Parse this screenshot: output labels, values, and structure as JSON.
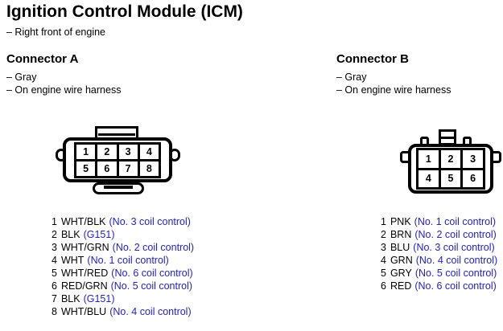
{
  "page": {
    "title": "Ignition Control Module (ICM)",
    "location_note": "– Right front of engine"
  },
  "colors": {
    "link_blue": "#2222CC",
    "line_black": "#000000",
    "background": "#FFFFFF",
    "connector_fill": "#FFFFFF"
  },
  "connector_a": {
    "title": "Connector A",
    "notes": [
      "– Gray",
      "– On engine wire harness"
    ],
    "diagram": {
      "pin_grid": [
        [
          "1",
          "2",
          "3",
          "4"
        ],
        [
          "5",
          "6",
          "7",
          "8"
        ]
      ]
    },
    "pins": [
      {
        "num": "1",
        "wire": "WHT/BLK",
        "function": "(No. 3 coil control)"
      },
      {
        "num": "2",
        "wire": "BLK",
        "function": "(G151)"
      },
      {
        "num": "3",
        "wire": "WHT/GRN",
        "function": "(No. 2 coil control)"
      },
      {
        "num": "4",
        "wire": "WHT",
        "function": "(No. 1 coil control)"
      },
      {
        "num": "5",
        "wire": "WHT/RED",
        "function": "(No. 6 coil control)"
      },
      {
        "num": "6",
        "wire": "RED/GRN",
        "function": "(No. 5 coil control)"
      },
      {
        "num": "7",
        "wire": "BLK",
        "function": "(G151)"
      },
      {
        "num": "8",
        "wire": "WHT/BLU",
        "function": "(No. 4 coil control)"
      }
    ]
  },
  "connector_b": {
    "title": "Connector B",
    "notes": [
      "– Gray",
      "– On engine wire harness"
    ],
    "diagram": {
      "pin_grid": [
        [
          "1",
          "2",
          "3"
        ],
        [
          "4",
          "5",
          "6"
        ]
      ]
    },
    "pins": [
      {
        "num": "1",
        "wire": "PNK",
        "function": "(No. 1 coil control)"
      },
      {
        "num": "2",
        "wire": "BRN",
        "function": "(No. 2 coil control)"
      },
      {
        "num": "3",
        "wire": "BLU",
        "function": "(No. 3 coil control)"
      },
      {
        "num": "4",
        "wire": "GRN",
        "function": "(No. 4 coil control)"
      },
      {
        "num": "5",
        "wire": "GRY",
        "function": "(No. 5 coil control)"
      },
      {
        "num": "6",
        "wire": "RED",
        "function": "(No. 6 coil control)"
      }
    ]
  }
}
